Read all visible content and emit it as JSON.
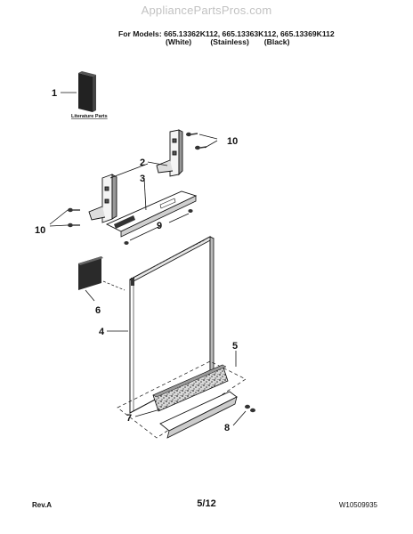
{
  "watermark": "AppliancePartsPros.com",
  "header": {
    "models_line": "For Models: 665.13362K112, 665.13363K112, 665.13369K112",
    "variants": [
      "(White)",
      "(Stainless)",
      "(Black)"
    ]
  },
  "literature_label": "Literature Parts",
  "callouts": {
    "c1": "1",
    "c2": "2",
    "c3": "3",
    "c4": "4",
    "c5": "5",
    "c6": "6",
    "c7": "7",
    "c8": "8",
    "c9": "9",
    "c10a": "10",
    "c10b": "10"
  },
  "footer": {
    "revision": "Rev.A",
    "page": "5/12",
    "doc_number": "W10509935"
  }
}
